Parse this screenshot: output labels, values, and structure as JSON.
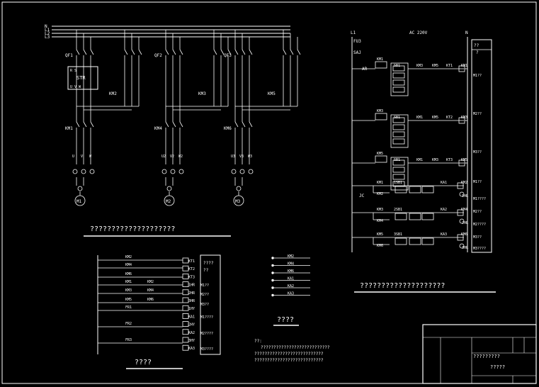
{
  "bus": {
    "labels": [
      "N",
      "L1",
      "L2",
      "L3"
    ]
  },
  "motors": [
    {
      "qf": "QF1",
      "starter": "STR",
      "km_a": "KM1",
      "km_b": "KM2",
      "terminals": [
        "U",
        "V",
        "W"
      ],
      "motor": "M1"
    },
    {
      "qf": "QF2",
      "km_a": "KM4",
      "km_b": "KM3",
      "terminals": [
        "U2",
        "V2",
        "W2"
      ],
      "motor": "M2"
    },
    {
      "qf": "QF3",
      "km_a": "KM6",
      "km_b": "KM5",
      "terminals": [
        "U3",
        "V3",
        "W3"
      ],
      "motor": "M3"
    }
  ],
  "main_title": "????????????????????",
  "control": {
    "supply": "AC 220V",
    "l1": "L1",
    "n": "N",
    "fuse": "FU3",
    "sa": "SAJ",
    "ar": "AR",
    "jc": "JC",
    "rungs": [
      {
        "contacts": [
          "KM1",
          "SB1"
        ],
        "series": [
          "KM3",
          "KM5",
          "KT1"
        ],
        "coil": "KM1"
      },
      {
        "contacts": [
          "KM3",
          "SB1"
        ],
        "series": [
          "KM1",
          "KM5",
          "KT2"
        ],
        "coil": "KM3"
      },
      {
        "contacts": [
          "KM5",
          "SB1"
        ],
        "series": [
          "KM1",
          "KM3",
          "KT3"
        ],
        "coil": "KM5"
      }
    ],
    "indic": [
      {
        "contacts": [
          "KM1",
          "KM2"
        ],
        "sb": "1SB1",
        "ka": "KA1",
        "coil": "KM2",
        "lamp": "1HR"
      },
      {
        "contacts": [
          "KM3",
          "KM4"
        ],
        "sb": "2SB1",
        "ka": "KA2",
        "coil": "KM4",
        "lamp": "2HR"
      },
      {
        "contacts": [
          "KM5",
          "KM6"
        ],
        "sb": "3SB1",
        "ka": "KA3",
        "coil": "KM6",
        "lamp": "3HR"
      }
    ],
    "func_header": [
      "??",
      "?"
    ],
    "func_labels": [
      "M1??",
      "M2??",
      "M3??",
      "M1??",
      "M1????",
      "M2??",
      "M2????",
      "M3??",
      "M3????"
    ],
    "title": "????????????????????"
  },
  "signal": {
    "rows": [
      "KM2",
      "KM4",
      "KM6",
      "KM1",
      "KM3",
      "KM5",
      "FR1",
      "FR2",
      "FR3"
    ],
    "pairs": [
      "KM2",
      "KM4",
      "KM6"
    ],
    "coils": [
      "KT1",
      "KT2",
      "KT3",
      "1HR",
      "2HR",
      "3HR",
      "1HY",
      "KA1",
      "2HY",
      "KA2",
      "3HY",
      "KA3"
    ],
    "box_header": [
      "????",
      "??"
    ],
    "box_labels": [
      "M1??",
      "M2??",
      "M3??",
      "M1????",
      "M2????",
      "M3????"
    ],
    "title": "????"
  },
  "terms": {
    "items": [
      "KM2",
      "KM4",
      "KM6",
      "KA1",
      "KA2",
      "KA3"
    ],
    "title": "????"
  },
  "notes": {
    "heading": "??:",
    "lines": [
      "???????????????????????????",
      "???????????????????????????",
      "???????????????????????????"
    ]
  },
  "title_block": {
    "project": "?????????",
    "drawing": "?????"
  }
}
